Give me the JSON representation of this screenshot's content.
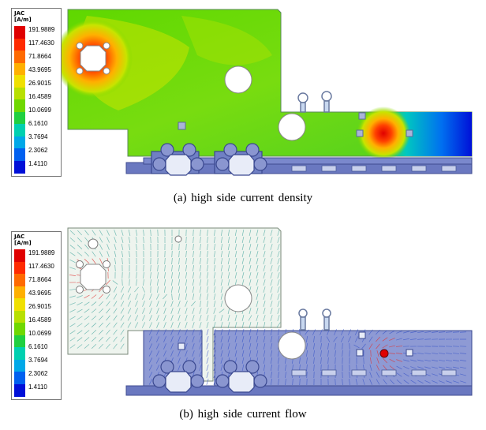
{
  "legend": {
    "title_line1": "JAC",
    "title_line2": "[A/m]",
    "levels": [
      "191.9889",
      "117.4630",
      "71.8664",
      "43.9695",
      "26.9015",
      "16.4589",
      "10.0699",
      "6.1610",
      "3.7694",
      "2.3062",
      "1.4110"
    ],
    "colors": [
      "#e00000",
      "#ff2a00",
      "#ff6a00",
      "#ffb000",
      "#f0e000",
      "#b8e000",
      "#6fd800",
      "#20d040",
      "#00d0b0",
      "#00a8e8",
      "#0060f0",
      "#0010d8"
    ]
  },
  "panel_a": {
    "caption": "(a)  high  side  current  density"
  },
  "panel_b": {
    "caption": "(b)  high  side  current  flow"
  }
}
